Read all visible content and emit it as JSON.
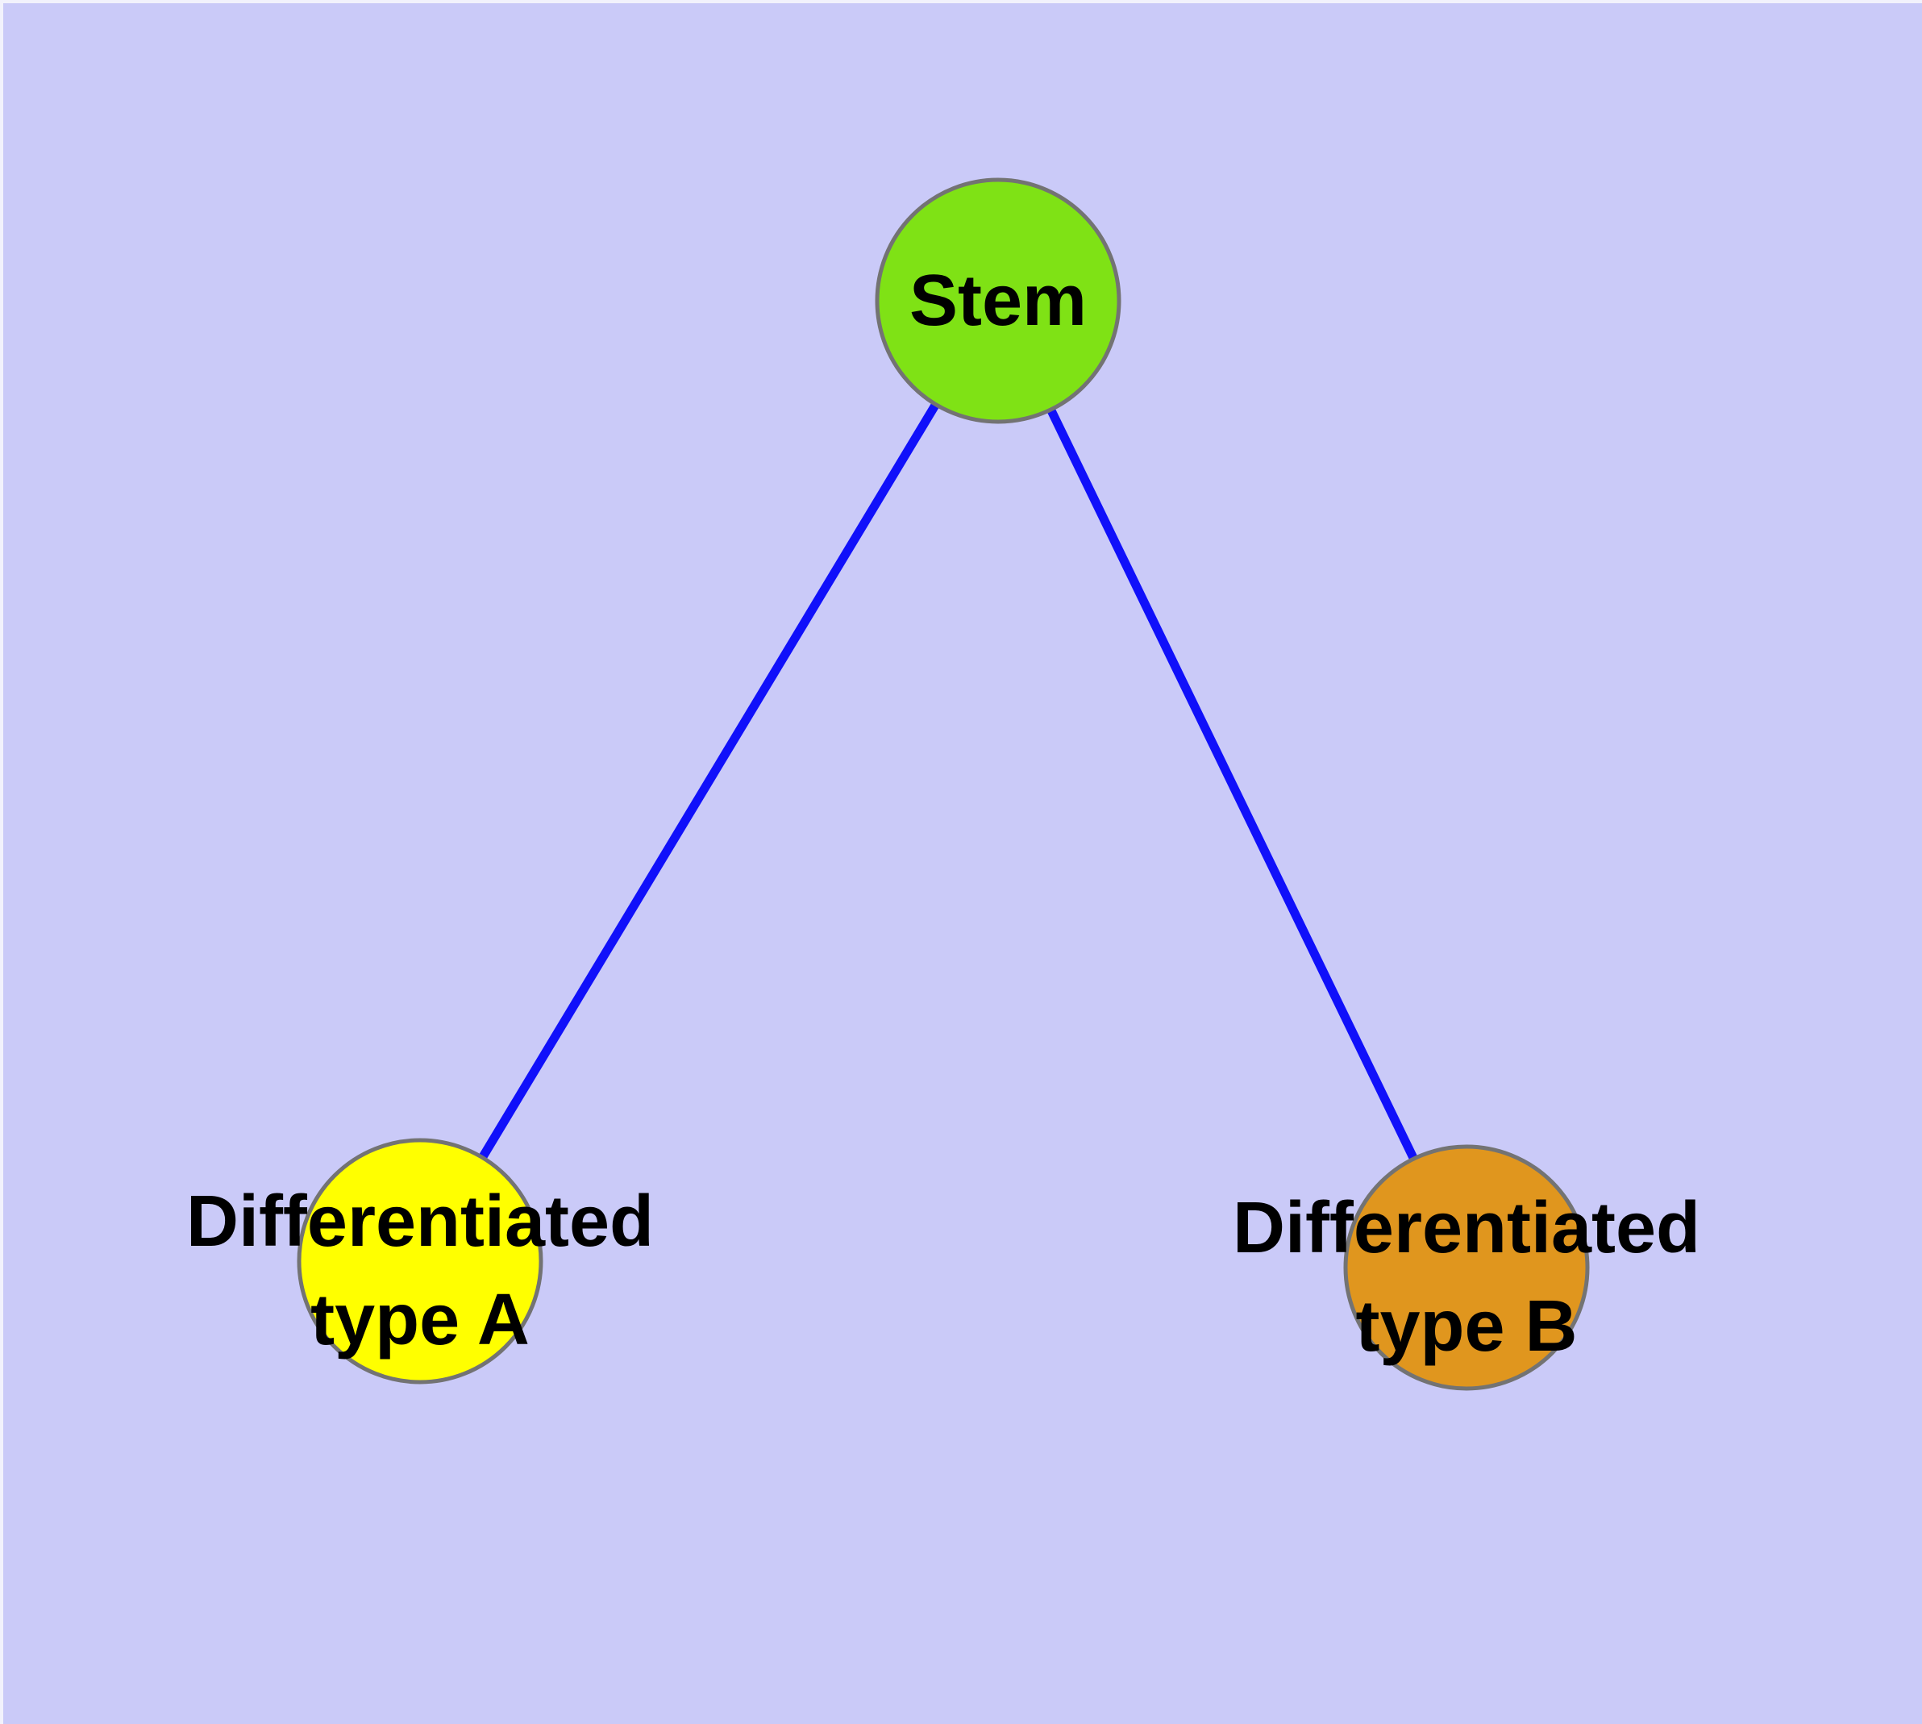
{
  "diagram": {
    "background_color": "#cacaf8",
    "frame_highlight_color": "#f2f2fc",
    "edge_color": "#1010fa",
    "node_border_color": "#737373",
    "label_color": "#000000"
  },
  "nodes": [
    {
      "id": "stem",
      "label": "Stem",
      "lines": [
        "Stem"
      ],
      "fill_color": "#7fe215"
    },
    {
      "id": "differentiated-type-a",
      "label": "Differentiated type A",
      "lines": [
        "Differentiated",
        "type A"
      ],
      "fill_color": "#ffff00"
    },
    {
      "id": "differentiated-type-b",
      "label": "Differentiated type B",
      "lines": [
        "Differentiated",
        "type B"
      ],
      "fill_color": "#e0961e"
    }
  ],
  "edges": [
    {
      "from": "Stem",
      "to": "Differentiated type A"
    },
    {
      "from": "Stem",
      "to": "Differentiated type B"
    }
  ]
}
